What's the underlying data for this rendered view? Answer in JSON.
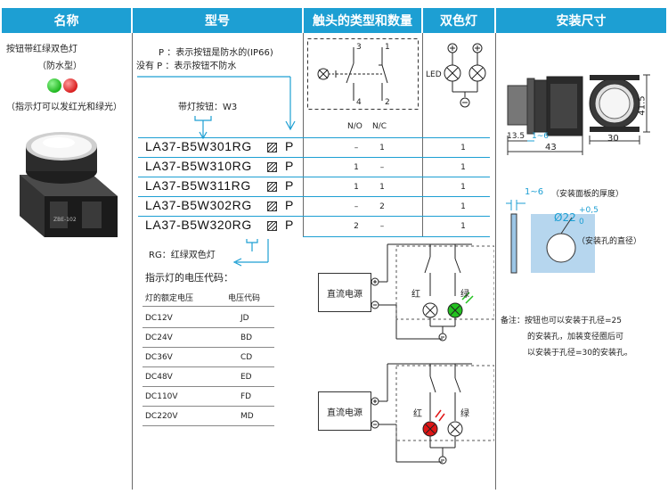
{
  "headers": {
    "name": "名称",
    "model": "型号",
    "contacts": "触头的类型和数量",
    "light": "双色灯",
    "dims": "安装尺寸"
  },
  "product": {
    "title": "按钮带红绿双色灯",
    "subtitle": "（防水型）",
    "note": "（指示灯可以发红光和绿光）",
    "led_colors": [
      "#2fd12f",
      "#e62525"
    ],
    "body_label": "ZBE-102"
  },
  "legend": {
    "p_line": "P ：表示按钮是防水的(IP66)",
    "nop_line": "没有 P ：表示按钮不防水",
    "lamp_label": "带灯按钮：W3",
    "rg_label": "RG：红绿双色灯",
    "voltage_title": "指示灯的电压代码："
  },
  "models": [
    {
      "code": "LA37-B5W301RG",
      "suffix": "P",
      "no": "–",
      "nc": "1",
      "lamp": "1"
    },
    {
      "code": "LA37-B5W310RG",
      "suffix": "P",
      "no": "1",
      "nc": "–",
      "lamp": "1"
    },
    {
      "code": "LA37-B5W311RG",
      "suffix": "P",
      "no": "1",
      "nc": "1",
      "lamp": "1"
    },
    {
      "code": "LA37-B5W302RG",
      "suffix": "P",
      "no": "–",
      "nc": "2",
      "lamp": "1"
    },
    {
      "code": "LA37-B5W320RG",
      "suffix": "P",
      "no": "2",
      "nc": "–",
      "lamp": "1"
    }
  ],
  "contact_header": {
    "no": "N/O",
    "nc": "N/C"
  },
  "contact_diagram": {
    "t3": "3",
    "t1": "1",
    "t4": "4",
    "t2": "2"
  },
  "lamp_diagram": {
    "led": "LED",
    "plus": "⊕",
    "minus": "⊖"
  },
  "voltage_table": {
    "headers": [
      "灯的额定电压",
      "电压代码"
    ],
    "rows": [
      [
        "DC12V",
        "JD"
      ],
      [
        "DC24V",
        "BD"
      ],
      [
        "DC36V",
        "CD"
      ],
      [
        "DC48V",
        "ED"
      ],
      [
        "DC110V",
        "FD"
      ],
      [
        "DC220V",
        "MD"
      ]
    ]
  },
  "circuits": {
    "power": "直流电源",
    "red": "红",
    "green": "绿",
    "lit_green": "#22c21f",
    "lit_red": "#e01515"
  },
  "dimensions": {
    "d135": "13.5",
    "d16": "1~6",
    "d43": "43",
    "d30": "30",
    "d415": "41.5",
    "panel_range": "1~6",
    "panel_desc": "（安装面板的厚度）",
    "hole": "Ø22",
    "tol_top": "+0,5",
    "tol_bottom": "0",
    "hole_desc": "（安装孔的直径）",
    "remark_lines": [
      "备注：按钮也可以安装于孔径=25",
      "的安装孔，加装变径圈后可",
      "以安装于孔径=30的安装孔。"
    ]
  }
}
